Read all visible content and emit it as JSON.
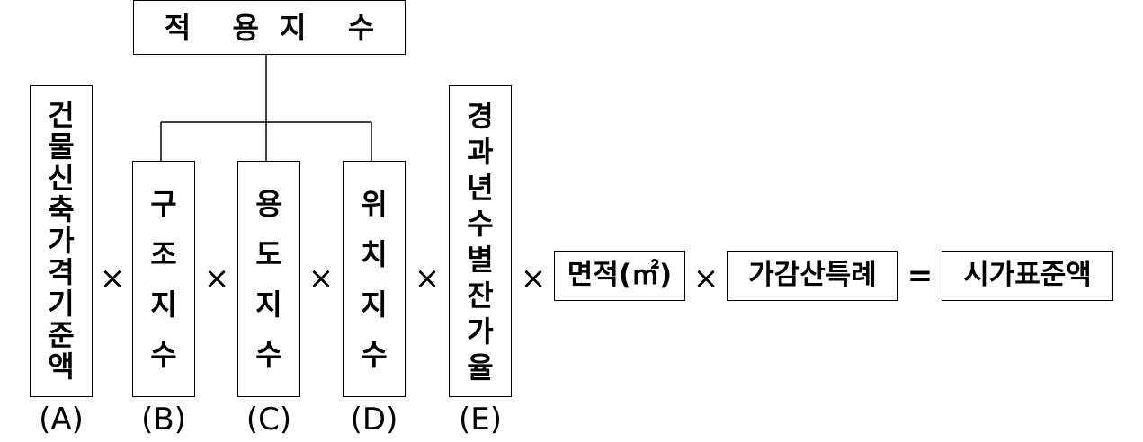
{
  "top_box": {
    "label": "적  용 지  수"
  },
  "items": [
    {
      "id": "a",
      "label": "건물신축가격기준액",
      "caption": "(A)"
    },
    {
      "id": "b",
      "label": "구조지수",
      "caption": "(B)"
    },
    {
      "id": "c",
      "label": "용도지수",
      "caption": "(C)"
    },
    {
      "id": "d",
      "label": "위치지수",
      "caption": "(D)"
    },
    {
      "id": "e",
      "label": "경과년수별잔가율",
      "caption": "(E)"
    }
  ],
  "terms": [
    {
      "id": "area",
      "label": "면적(㎡)"
    },
    {
      "id": "special",
      "label": "가감산특례"
    },
    {
      "id": "result",
      "label": "시가표준액"
    }
  ],
  "operators": {
    "multiply": "×",
    "equals": "="
  }
}
